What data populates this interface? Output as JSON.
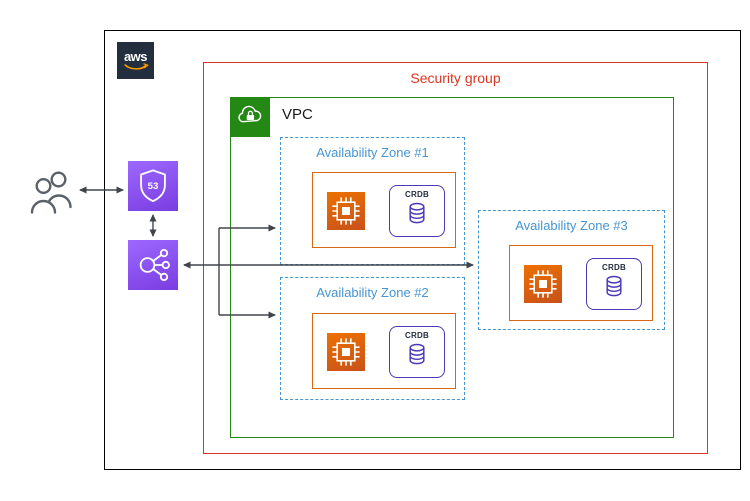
{
  "logo": {
    "text": "aws"
  },
  "security_group": {
    "label": "Security group"
  },
  "vpc": {
    "label": "VPC"
  },
  "zones": [
    {
      "label": "Availability Zone #1",
      "db_label": "CRDB"
    },
    {
      "label": "Availability Zone #2",
      "db_label": "CRDB"
    },
    {
      "label": "Availability Zone #3",
      "db_label": "CRDB"
    }
  ],
  "icons": {
    "route53_text": "53",
    "aws_logo": "aws-smile-logo",
    "vpc": "vpc-cloud-lock-icon",
    "users": "users-icon",
    "route53": "route53-shield-icon",
    "load_balancer": "elastic-load-balancer-icon",
    "ec2": "ec2-instance-chip-icon",
    "database": "database-cylinder-icon"
  },
  "colors": {
    "security_group_red": "#DD3522",
    "vpc_green": "#248814",
    "availability_zone_blue": "#4695D2",
    "compute_orange": "#D86613",
    "database_purple": "#4A3AB5",
    "network_purple": "#8C4FFF",
    "aws_dark": "#232F3E",
    "smile_orange": "#FF9900"
  }
}
